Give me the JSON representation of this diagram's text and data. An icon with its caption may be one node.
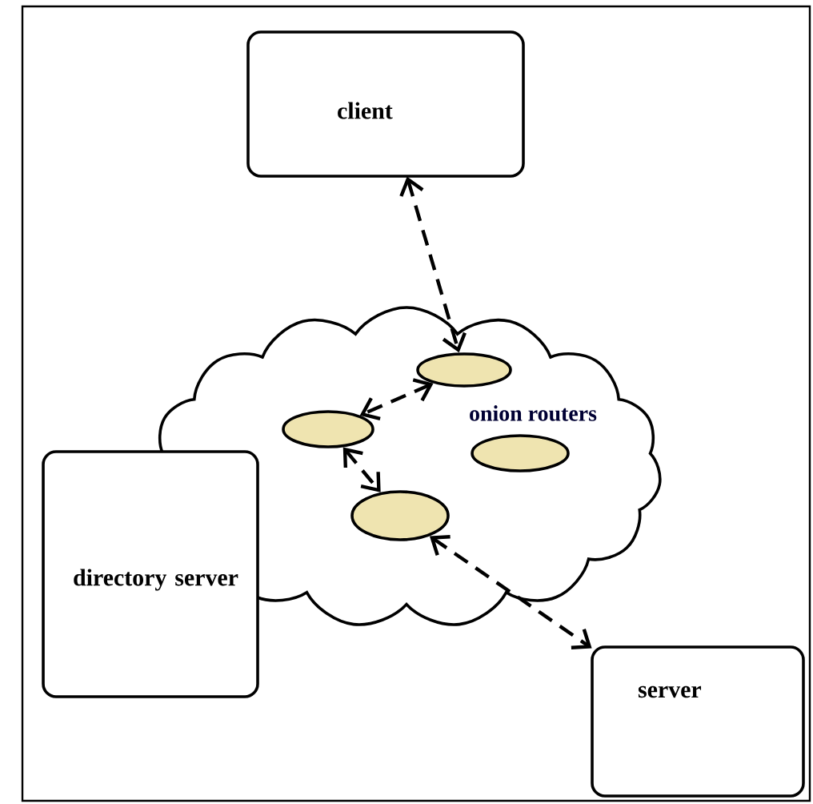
{
  "diagram": {
    "nodes": [
      {
        "text": [
          "client"
        ]
      },
      {
        "text": [
          "onion routers"
        ]
      },
      {
        "text": [],
        "shape": "ellipse",
        "in": 1
      },
      {
        "text": [],
        "shape": "ellipse",
        "in": 1
      },
      {
        "text": [],
        "shape": "ellipse",
        "in": 1
      },
      {
        "text": [],
        "shape": "ellipse",
        "in": 1
      },
      {
        "text": [
          "directory server"
        ]
      },
      {
        "text": [
          "server"
        ]
      }
    ],
    "edges": [
      {
        "from": 0,
        "to": 2,
        "arrow": "both",
        "style": "dashed"
      },
      {
        "from": 2,
        "to": 3,
        "arrow": "both",
        "style": "dashed"
      },
      {
        "from": 3,
        "to": 5,
        "arrow": "both",
        "style": "dashed"
      },
      {
        "from": 5,
        "to": 7,
        "arrow": "both",
        "style": "dashed"
      }
    ]
  }
}
